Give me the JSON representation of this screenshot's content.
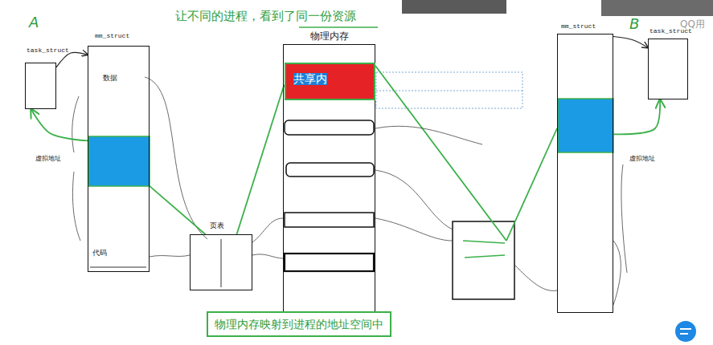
{
  "diagram": {
    "title": "让不同的进程，看到了同一份资源",
    "caption": "物理内存映射到进程的地址空间中",
    "nodes": [
      {
        "text": [
          "task_struct"
        ]
      },
      {
        "text": [
          "mm_struct",
          "数据",
          "代码"
        ]
      },
      {
        "text": [
          "页表"
        ]
      },
      {
        "text": [
          "物理内存"
        ]
      },
      {
        "text": [
          "共享内"
        ],
        "in": 3
      },
      {
        "text": [
          "mm_struct"
        ]
      },
      {
        "text": [
          "task_struct"
        ]
      }
    ],
    "edges": [
      {
        "from": 0,
        "to": 1,
        "arrow": "to"
      },
      {
        "from": 1,
        "to": 0,
        "arrow": "to"
      },
      {
        "from": 1,
        "to": 2,
        "arrow": "none"
      },
      {
        "from": 2,
        "to": 4,
        "arrow": "none"
      },
      {
        "from": 5,
        "to": 6,
        "arrow": "to"
      },
      {
        "from": 5,
        "to": 6,
        "arrow": "to"
      }
    ],
    "labels": [
      "A",
      "B",
      "QQ用",
      "虚拟地址",
      "虚拟地址"
    ]
  }
}
